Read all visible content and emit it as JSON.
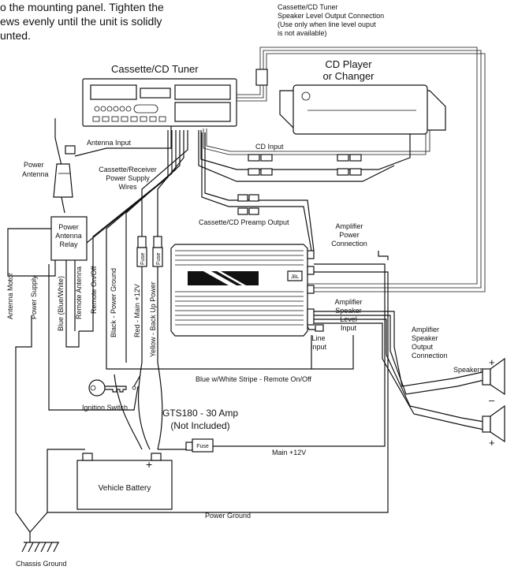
{
  "intro": {
    "lines": [
      "o the mounting panel. Tighten the",
      "ews evenly until the unit is solidly",
      "unted."
    ]
  },
  "components": {
    "head_unit": "Cassette/CD Tuner",
    "cd_player_line1": "CD Player",
    "cd_player_line2": "or Changer",
    "amp_logo": "JBL",
    "vehicle_battery": "Vehicle Battery",
    "relay_line1": "Power",
    "relay_line2": "Antenna",
    "relay_line3": "Relay",
    "fuse": "Fuse",
    "battery_neg": "_",
    "battery_pos": "+"
  },
  "labels": {
    "speaker_level_out_1": "Cassette/CD Tuner",
    "speaker_level_out_2": "Speaker Level Output Connection",
    "speaker_level_out_3": "(Use only when line level ouput",
    "speaker_level_out_4": "is not available)",
    "antenna_input": "Antenna Input",
    "power_antenna_1": "Power",
    "power_antenna_2": "Antenna",
    "supply_wires_1": "Cassette/Receiver",
    "supply_wires_2": "Power Supply",
    "supply_wires_3": "Wires",
    "cd_input": "CD Input",
    "preamp_output": "Cassette/CD Preamp Output",
    "amp_power_1": "Amplifier",
    "amp_power_2": "Power",
    "amp_power_3": "Connection",
    "amp_speaker_in_1": "Amplifier",
    "amp_speaker_in_2": "Speaker",
    "amp_speaker_in_3": "Level",
    "amp_speaker_in_4": "Input",
    "line_input_1": "Line",
    "line_input_2": "Input",
    "amp_speaker_out_1": "Amplifier",
    "amp_speaker_out_2": "Speaker",
    "amp_speaker_out_3": "Output",
    "amp_speaker_out_4": "Connection",
    "speakers": "Speakers",
    "speaker_plus": "+",
    "speaker_minus": "–",
    "antenna_motor": "Antenna Motor",
    "power_supply": "Power Supply",
    "blue_white": "Blue (Blue/White)",
    "remote_antenna": "Remote Antenna",
    "remote_onoff": "Remote On/Off",
    "black_ground": "Black - Power Ground",
    "red_main": "Red - Main +12V",
    "yellow_backup": "Yellow - Back Up Power",
    "blue_stripe": "Blue w/White Stripe - Remote On/Off",
    "ignition_switch": "Ignition Switch",
    "gts_fuse_1": "GTS180 - 30 Amp",
    "gts_fuse_2": "(Not Included)",
    "main_12v": "Main +12V",
    "power_ground": "Power Ground",
    "chassis_ground": "Chassis Ground"
  }
}
